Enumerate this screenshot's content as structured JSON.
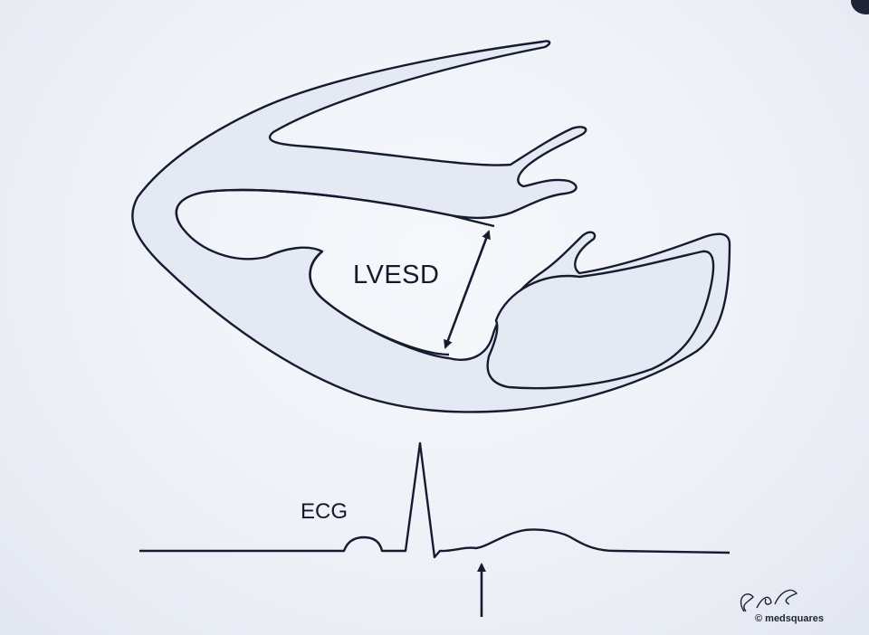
{
  "labels": {
    "measurement": "LVESD",
    "ecg": "ECG",
    "credit": "© medsquares"
  },
  "colors": {
    "background": "#eef1f7",
    "line": "#161c30",
    "chamber_fill": "#e4e9f4"
  }
}
